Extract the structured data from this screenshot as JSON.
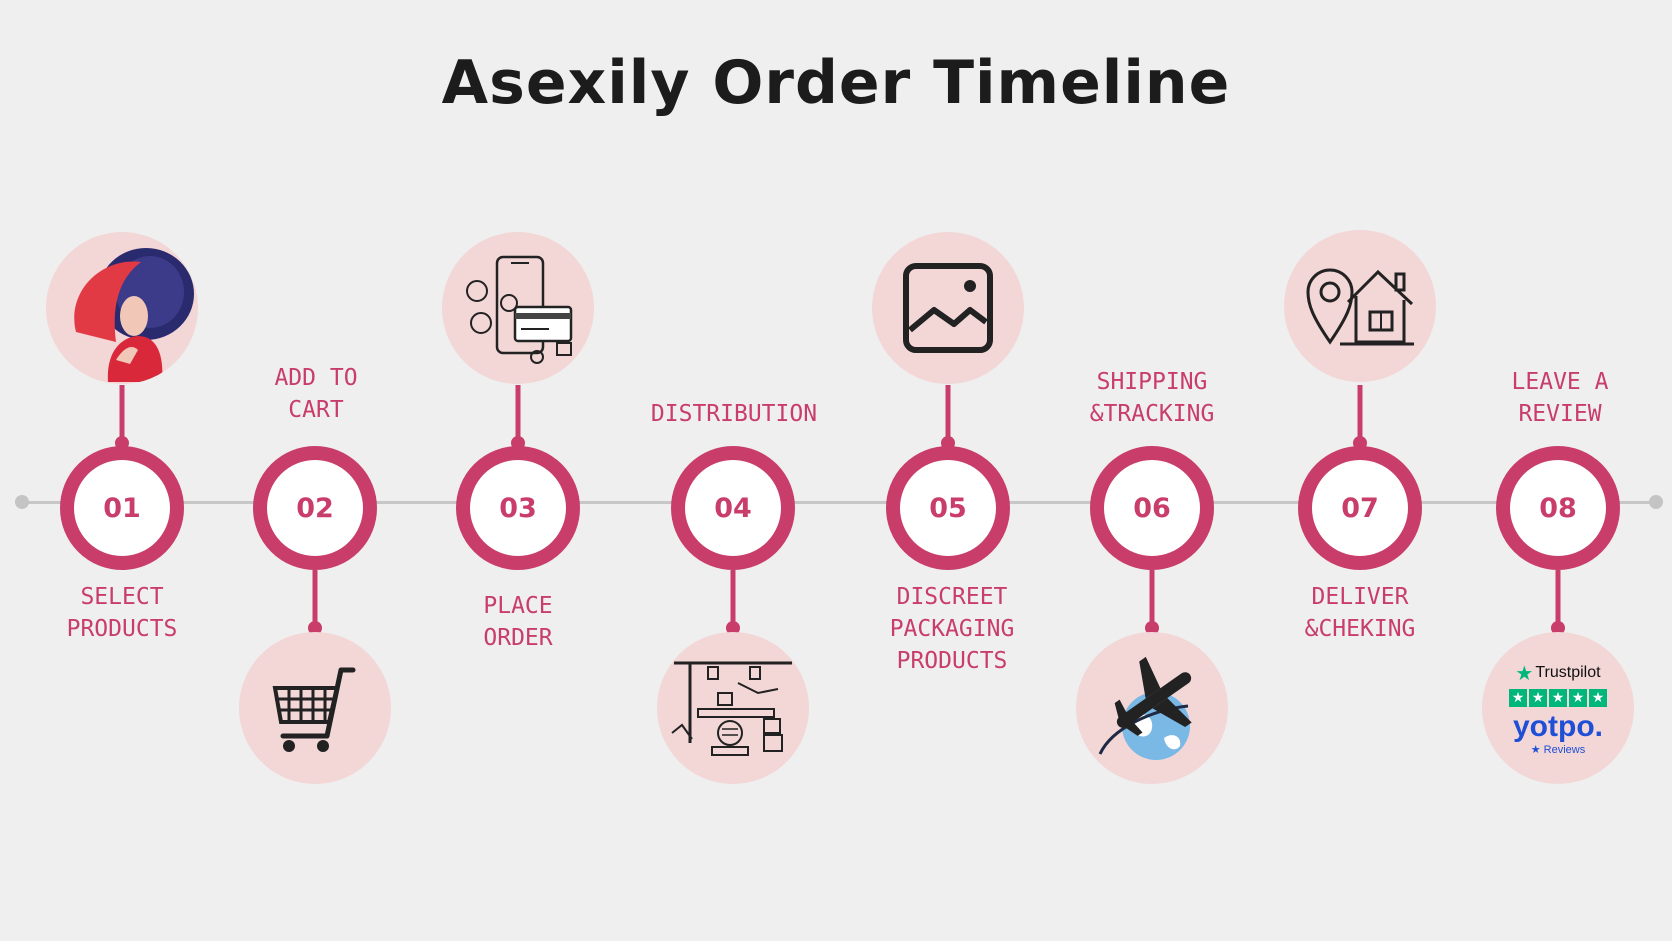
{
  "title": "Asexily Order Timeline",
  "colors": {
    "accent": "#c93d6b",
    "bubble": "#f3d6d6",
    "background": "#efefef",
    "axis": "#c7c7c7"
  },
  "steps": [
    {
      "number": "01",
      "label_lines": [
        "SELECT",
        "PRODUCTS"
      ],
      "icon": "woman-in-hat-icon"
    },
    {
      "number": "02",
      "label_lines": [
        "ADD TO",
        "CART"
      ],
      "icon": "shopping-cart-icon"
    },
    {
      "number": "03",
      "label_lines": [
        "PLACE",
        "ORDER"
      ],
      "icon": "mobile-payment-icon"
    },
    {
      "number": "04",
      "label_lines": [
        "DISTRIBUTION"
      ],
      "icon": "factory-conveyor-icon"
    },
    {
      "number": "05",
      "label_lines": [
        "DISCREET",
        "PACKAGING",
        "PRODUCTS"
      ],
      "icon": "image-placeholder-icon"
    },
    {
      "number": "06",
      "label_lines": [
        "SHIPPING",
        "&TRACKING"
      ],
      "icon": "airplane-globe-icon"
    },
    {
      "number": "07",
      "label_lines": [
        "DELIVER",
        "&CHEKING"
      ],
      "icon": "location-home-icon"
    },
    {
      "number": "08",
      "label_lines": [
        "LEAVE A",
        "REVIEW"
      ],
      "icon": "reviews-logo-icon"
    }
  ],
  "reviews": {
    "trustpilot": "Trustpilot",
    "yotpo": "yotpo.",
    "yotpo_sub": "★ Reviews"
  }
}
